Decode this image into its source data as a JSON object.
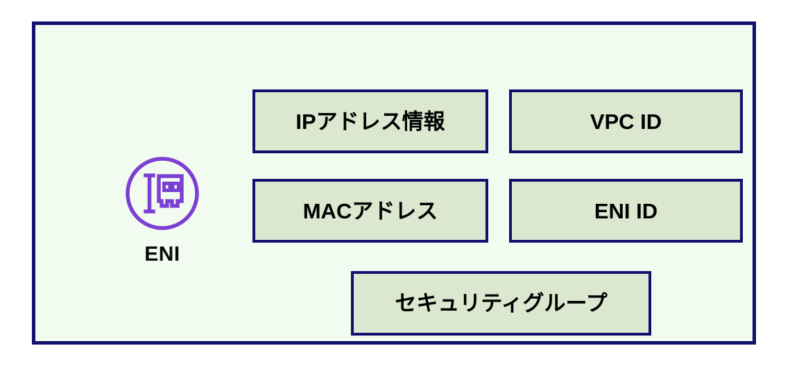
{
  "diagram": {
    "title": "ENI",
    "container": {
      "name": "eni-container",
      "border_color": "#10106e",
      "fill_color": "#f2fbef"
    },
    "icon": {
      "name": "eni-nic-icon",
      "label": "ENI",
      "color": "#7c3fd4"
    },
    "box_style": {
      "border_color": "#10106e",
      "fill_color": "#dbe7cf",
      "text_color": "#000000"
    },
    "attributes": [
      {
        "id": "ip",
        "label": "IPアドレス情報"
      },
      {
        "id": "vpc",
        "label": "VPC ID"
      },
      {
        "id": "mac",
        "label": "MACアドレス"
      },
      {
        "id": "eniid",
        "label": "ENI ID"
      },
      {
        "id": "sg",
        "label": "セキュリティグループ"
      }
    ]
  }
}
